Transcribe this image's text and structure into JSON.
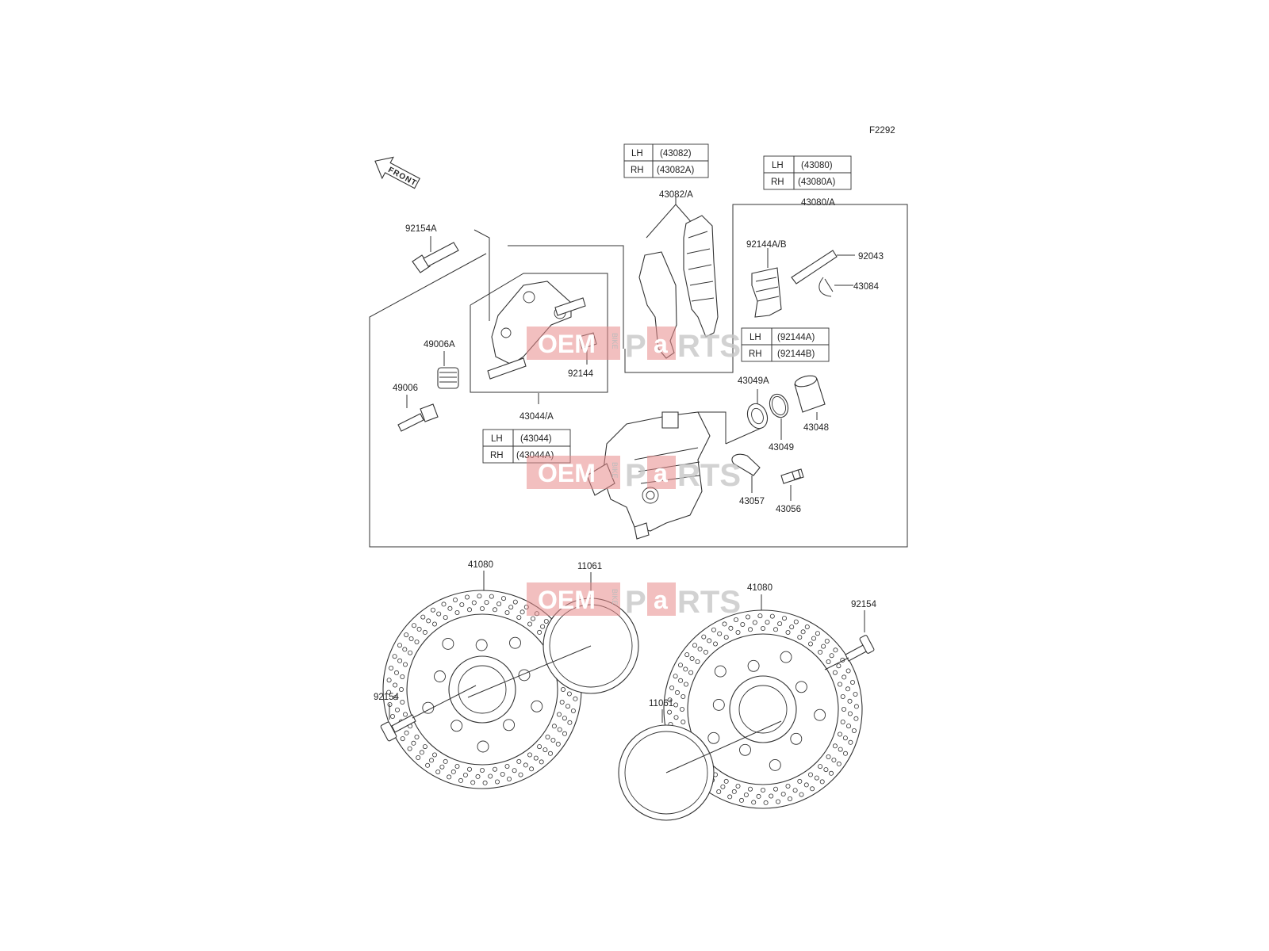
{
  "diagram_code": "F2292",
  "front_arrow_label": "FRONT",
  "watermark": {
    "oem": "OEM",
    "bike": "BIKE",
    "parts_p": "P",
    "parts_a": "a",
    "parts_rts": "RTS"
  },
  "labels": {
    "p92154A": "92154A",
    "p43082A": "43082/A",
    "p43080A": "43080/A",
    "p92144AB": "92144A/B",
    "p92043": "92043",
    "p43084": "43084",
    "p49006A": "49006A",
    "p49006": "49006",
    "p92144": "92144",
    "p43044A": "43044/A",
    "p43049A": "43049A",
    "p43048": "43048",
    "p43049": "43049",
    "p43057": "43057",
    "p43056": "43056",
    "p41080_left": "41080",
    "p11061_top": "11061",
    "p41080_right": "41080",
    "p92154_right": "92154",
    "p92154_left": "92154",
    "p11061_bottom": "11061"
  },
  "tables": {
    "pads": {
      "rows": [
        {
          "side": "LH",
          "code": "(43082)"
        },
        {
          "side": "RH",
          "code": "(43082A)"
        }
      ]
    },
    "piston_kit": {
      "rows": [
        {
          "side": "LH",
          "code": "(43080)"
        },
        {
          "side": "RH",
          "code": "(43080A)"
        }
      ]
    },
    "spring": {
      "rows": [
        {
          "side": "LH",
          "code": "(92144A)"
        },
        {
          "side": "RH",
          "code": "(92144B)"
        }
      ]
    },
    "holder": {
      "rows": [
        {
          "side": "LH",
          "code": "(43044)"
        },
        {
          "side": "RH",
          "code": "(43044A)"
        }
      ]
    }
  }
}
